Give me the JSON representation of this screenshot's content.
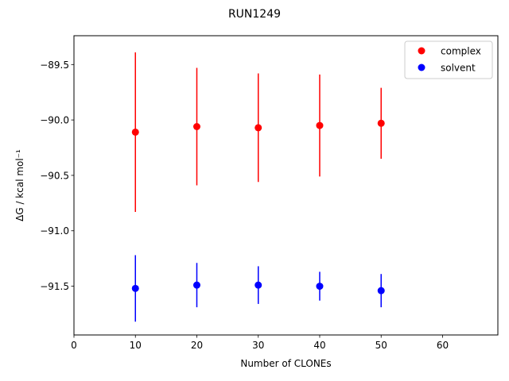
{
  "chart_data": {
    "type": "scatter",
    "title": "RUN1249",
    "xlabel": "Number of CLONEs",
    "ylabel": "ΔG / kcal mol⁻¹",
    "xlim": [
      0,
      69
    ],
    "ylim": [
      -91.94,
      -89.24
    ],
    "xticks": [
      0,
      10,
      20,
      30,
      40,
      50,
      60
    ],
    "yticks": [
      -91.5,
      -91.0,
      -90.5,
      -90.0,
      -89.5
    ],
    "xtick_labels": [
      "0",
      "10",
      "20",
      "30",
      "40",
      "50",
      "60"
    ],
    "ytick_labels": [
      "−91.5",
      "−91.0",
      "−90.5",
      "−90.0",
      "−89.5"
    ],
    "grid": false,
    "legend_position": "top-right",
    "series": [
      {
        "name": "complex",
        "color": "#ff0000",
        "x": [
          10,
          20,
          30,
          40,
          50
        ],
        "y": [
          -90.11,
          -90.06,
          -90.07,
          -90.05,
          -90.03
        ],
        "yerr": [
          0.72,
          0.53,
          0.49,
          0.46,
          0.32
        ]
      },
      {
        "name": "solvent",
        "color": "#0000ff",
        "x": [
          10,
          20,
          30,
          40,
          50
        ],
        "y": [
          -91.52,
          -91.49,
          -91.49,
          -91.5,
          -91.54
        ],
        "yerr": [
          0.3,
          0.2,
          0.17,
          0.13,
          0.15
        ]
      }
    ]
  }
}
